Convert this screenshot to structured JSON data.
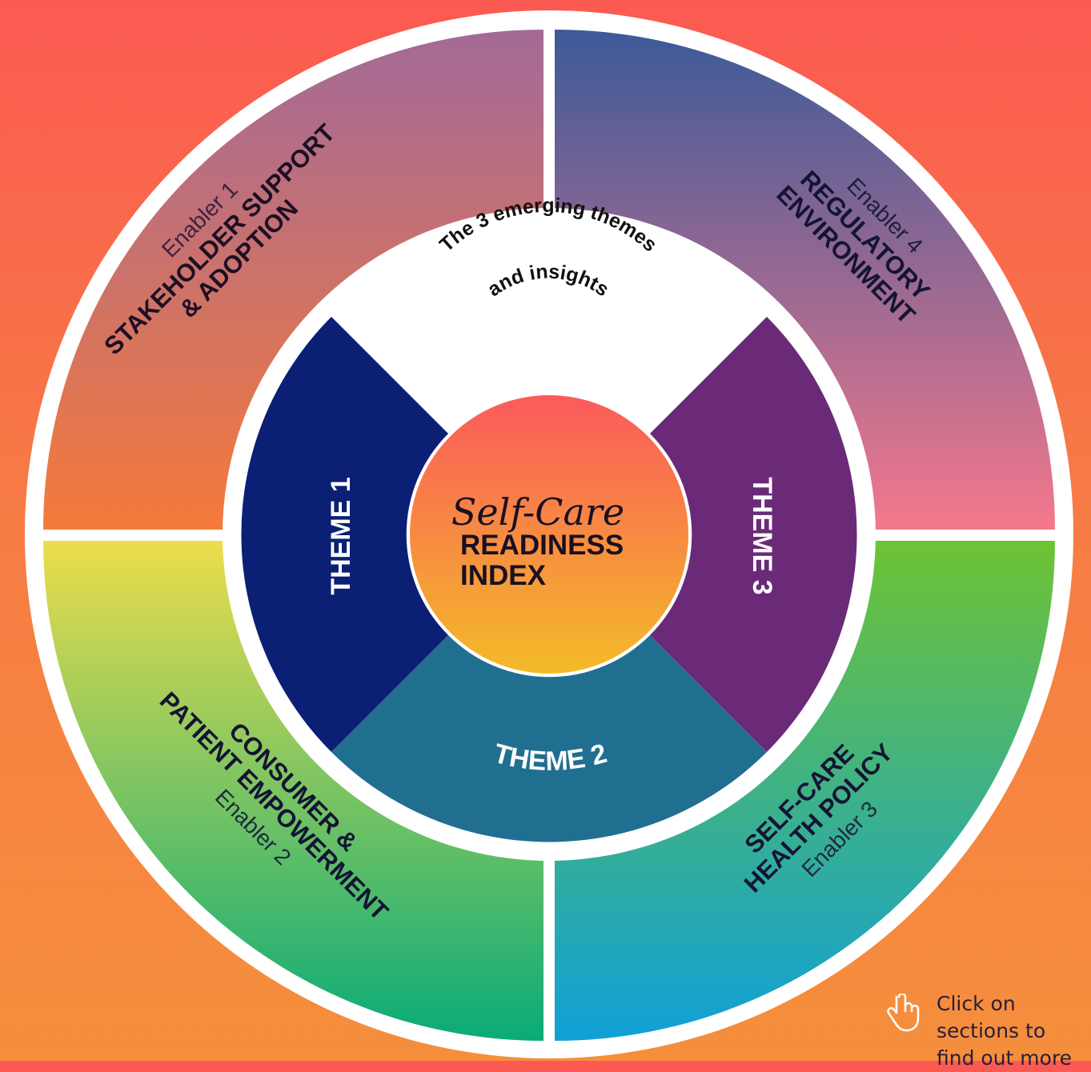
{
  "enablers": [
    {
      "id": "enabler-1",
      "tag": "Enabler 1",
      "title_line1": "STAKEHOLDER SUPPORT",
      "title_line2": "& ADOPTION",
      "gradient": [
        "#a36a98",
        "#f57a3a"
      ]
    },
    {
      "id": "enabler-4",
      "tag": "Enabler 4",
      "title_line1": "REGULATORY",
      "title_line2": "ENVIRONMENT",
      "gradient": [
        "#3c5a98",
        "#f4788c"
      ]
    },
    {
      "id": "enabler-3",
      "tag": "Enabler 3",
      "title_line1": "SELF-CARE",
      "title_line2": "HEALTH POLICY",
      "gradient": [
        "#6ec334",
        "#10a0d8"
      ]
    },
    {
      "id": "enabler-2",
      "tag": "Enabler 2",
      "title_line1": "CONSUMER &",
      "title_line2": "PATIENT EMPOWERMENT",
      "gradient": [
        "#ecdd4c",
        "#0aab78"
      ]
    }
  ],
  "themes_header": {
    "line1": "The 3 emerging themes",
    "line2": "and insights"
  },
  "themes": [
    {
      "id": "theme-1",
      "label": "THEME 1",
      "color": "#0b1f74"
    },
    {
      "id": "theme-2",
      "label": "THEME 2",
      "color": "#216f90"
    },
    {
      "id": "theme-3",
      "label": "THEME 3",
      "color": "#6a2a78"
    }
  ],
  "center": {
    "script_title": "Self-Care",
    "line1": "READINESS",
    "line2": "INDEX",
    "gradient": [
      "#fb5a5c",
      "#f3bb28"
    ]
  },
  "hint": {
    "icon": "pointing-hand-icon",
    "text": "Click on sections to find out more"
  }
}
